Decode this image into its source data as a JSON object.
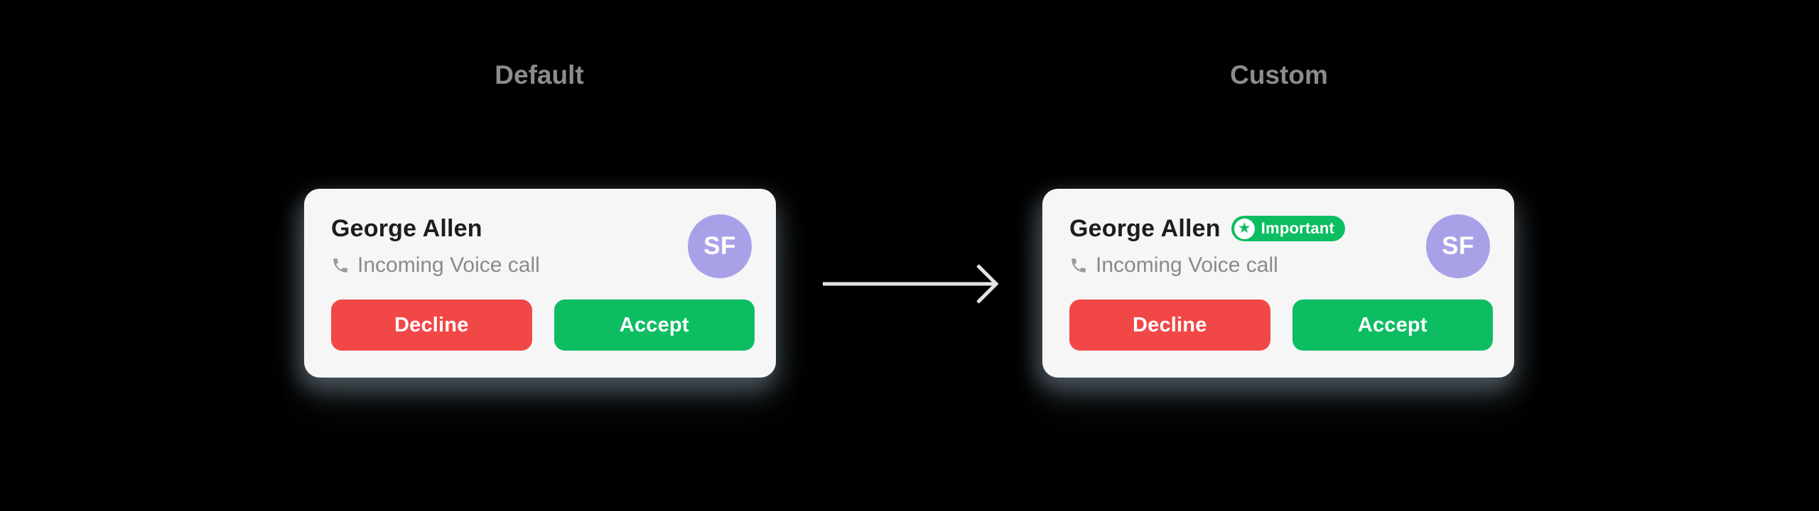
{
  "colors": {
    "background": "#000000",
    "card_background": "#f6f6f6",
    "section_title_gray": "#8c8c8c",
    "caller_name_color": "#1d1d1f",
    "secondary_text_gray": "#8a8a8a",
    "decline_red": "#f24747",
    "accept_green": "#0dbd61",
    "badge_green": "#0dbd61",
    "avatar_purple": "#a9a1e8",
    "arrow_gray": "#e4e4e4"
  },
  "default_section": {
    "title": "Default",
    "card": {
      "caller_name": "George Allen",
      "call_type": "Incoming Voice call",
      "phone_icon": "phone-receiver-icon",
      "avatar_initials": "SF",
      "decline_label": "Decline",
      "accept_label": "Accept"
    }
  },
  "custom_section": {
    "title": "Custom",
    "card": {
      "caller_name": "George Allen",
      "badge": {
        "icon": "star-icon",
        "star_glyph": "★",
        "label": "Important"
      },
      "call_type": "Incoming Voice call",
      "phone_icon": "phone-receiver-icon",
      "avatar_initials": "SF",
      "decline_label": "Decline",
      "accept_label": "Accept"
    }
  },
  "arrow": {
    "icon": "right-arrow-icon",
    "direction": "left-to-right"
  }
}
